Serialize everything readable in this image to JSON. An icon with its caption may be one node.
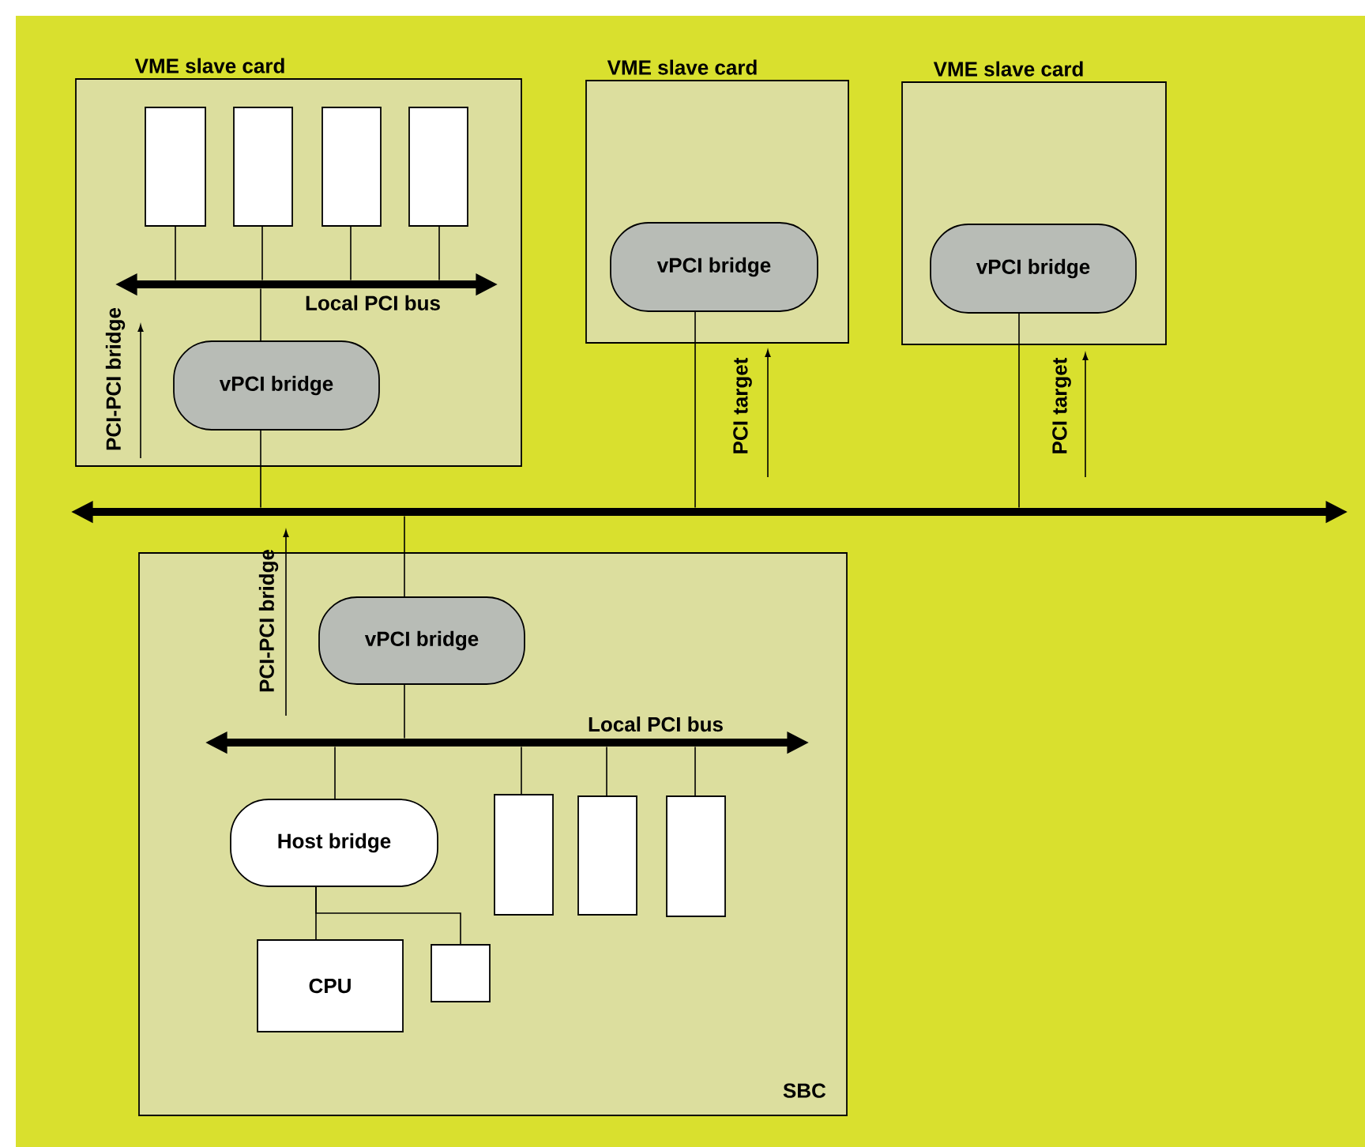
{
  "diagram": {
    "nodes": [
      {
        "text": [
          "VME slave card"
        ]
      },
      {
        "text": [],
        "shape": "box",
        "in": 0
      },
      {
        "text": [],
        "shape": "box",
        "in": 0
      },
      {
        "text": [],
        "shape": "box",
        "in": 0
      },
      {
        "text": [],
        "shape": "box",
        "in": 0
      },
      {
        "text": [
          "Local PCI bus"
        ],
        "in": 0
      },
      {
        "text": [
          "vPCI bridge"
        ],
        "in": 0
      },
      {
        "text": [
          "VME slave card"
        ]
      },
      {
        "text": [
          "vPCI bridge"
        ],
        "in": 7
      },
      {
        "text": [
          "VME slave card"
        ]
      },
      {
        "text": [
          "vPCI bridge"
        ],
        "in": 9
      },
      {
        "text": [],
        "shape": "bar"
      },
      {
        "text": [
          "SBC"
        ]
      },
      {
        "text": [
          "vPCI bridge"
        ],
        "in": 12
      },
      {
        "text": [
          "Local PCI bus"
        ],
        "in": 12
      },
      {
        "text": [
          "Host bridge"
        ],
        "in": 12
      },
      {
        "text": [],
        "shape": "box",
        "in": 12
      },
      {
        "text": [],
        "shape": "box",
        "in": 12
      },
      {
        "text": [],
        "shape": "box",
        "in": 12
      },
      {
        "text": [
          "CPU"
        ],
        "in": 12
      },
      {
        "text": [],
        "shape": "box",
        "in": 12
      }
    ],
    "edges": [
      {
        "from": 1,
        "to": 5,
        "arrow": "none"
      },
      {
        "from": 2,
        "to": 5,
        "arrow": "none"
      },
      {
        "from": 3,
        "to": 5,
        "arrow": "none"
      },
      {
        "from": 4,
        "to": 5,
        "arrow": "none"
      },
      {
        "from": 5,
        "to": 6,
        "arrow": "none"
      },
      {
        "from": 6,
        "to": 11,
        "arrow": "none"
      },
      {
        "from": 8,
        "to": 11,
        "arrow": "none"
      },
      {
        "from": 10,
        "to": 11,
        "arrow": "none"
      },
      {
        "from": 11,
        "to": 13,
        "arrow": "none"
      },
      {
        "from": 13,
        "to": 14,
        "arrow": "none"
      },
      {
        "from": 14,
        "to": 15,
        "arrow": "none"
      },
      {
        "from": 14,
        "to": 16,
        "arrow": "none"
      },
      {
        "from": 14,
        "to": 17,
        "arrow": "none"
      },
      {
        "from": 14,
        "to": 18,
        "arrow": "none"
      },
      {
        "from": 15,
        "to": 19,
        "arrow": "none"
      },
      {
        "from": 15,
        "to": 20,
        "arrow": "none"
      }
    ],
    "labels": [
      "PCI-PCI bridge",
      "PCI target",
      "PCI target",
      "PCI-PCI bridge"
    ]
  }
}
